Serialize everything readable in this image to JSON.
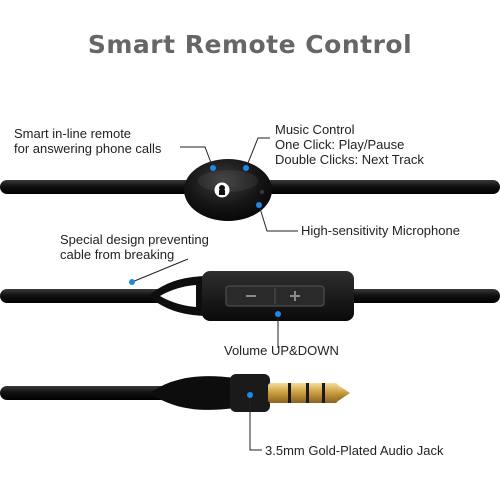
{
  "title": "Smart Remote Control",
  "labels": {
    "remote_line1": "Smart in-line remote",
    "remote_line2": "for answering phone calls",
    "music_line1": "Music Control",
    "music_line2": "One Click: Play/Pause",
    "music_line3": "Double Clicks: Next Track",
    "microphone": "High-sensitivity Microphone",
    "design_line1": "Special design preventing",
    "design_line2": "cable from breaking",
    "volume": "Volume UP&DOWN",
    "jack": "3.5mm Gold-Plated Audio Jack"
  },
  "colors": {
    "accent_dot": "#1e88e5",
    "cable": "#111111",
    "gold": "#d4a84b"
  },
  "icons": {
    "remote_button": "headset-mic-icon",
    "volume_down": "minus-icon",
    "volume_up": "plus-icon"
  }
}
